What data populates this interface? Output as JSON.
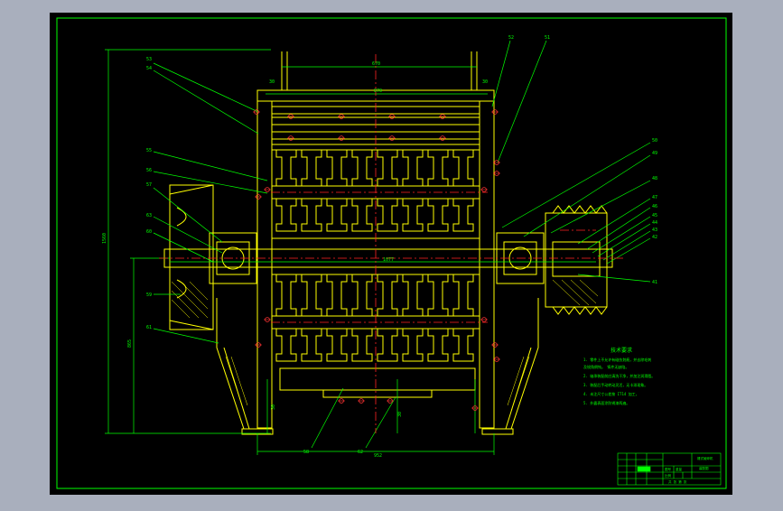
{
  "drawing": {
    "background": "#000000",
    "frame_color": "#00ff00",
    "part_color": "#ffff00",
    "centerline_color": "#ff0000",
    "note_color": "#00ff00"
  },
  "dimensions": {
    "top_width": "670",
    "inner_width": "870",
    "shaft_length": "1077",
    "overall_height": "1560",
    "left_height": "865",
    "bottom_width": "952",
    "side_a": "30",
    "side_b": "30",
    "small_a": "30",
    "small_b": "30"
  },
  "balloons_left": [
    "53",
    "54",
    "55",
    "56",
    "57",
    "63",
    "60",
    "59",
    "61"
  ],
  "balloons_right_top": [
    "52",
    "51"
  ],
  "balloons_right": [
    "50",
    "49",
    "48",
    "47",
    "46",
    "45",
    "44",
    "43",
    "42",
    "41"
  ],
  "balloons_bottom": [
    "58",
    "62"
  ],
  "notes": {
    "title": "技术要求",
    "lines": [
      "1. 零件上不允许有碰伤划痕，并去除毛刺",
      "   及锐角倒钝。 铸件无缺陷。",
      "2. 轴承装配前应清洗干净，并加注润滑脂。",
      "3. 装配后手动转动灵活，无卡滞现象。",
      "4. 未注尺寸公差按 IT14 加工，",
      "5. 外露表面涂防锈漆两遍。"
    ]
  },
  "title_block": {
    "label_1": "锤式破碎机",
    "label_2": "装配图",
    "small_cells": [
      "图号",
      "比例",
      "重量",
      "共 张 第 张"
    ]
  }
}
